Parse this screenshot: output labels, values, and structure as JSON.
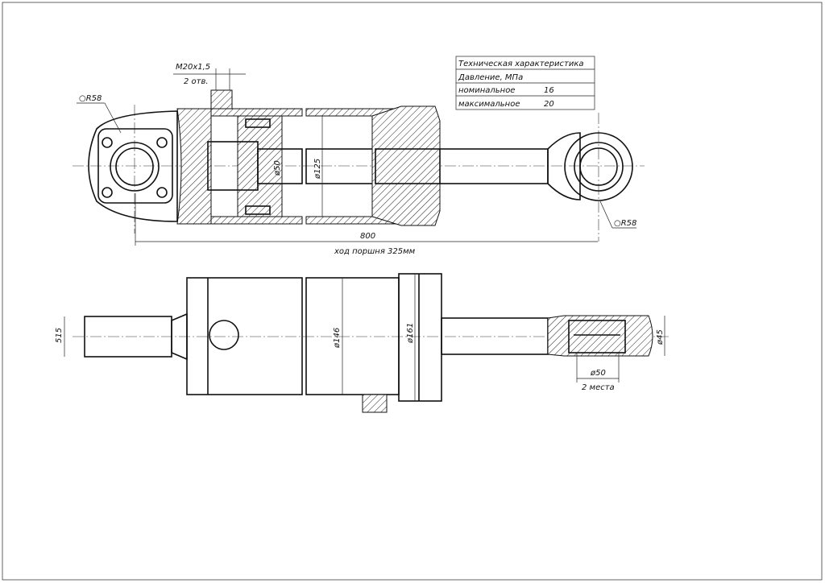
{
  "spec_table": {
    "title": "Техническая характеристика",
    "pressure": "Давление, МПа",
    "nominal_label": "номинальное",
    "nominal_value": "16",
    "max_label": "максимальное",
    "max_value": "20"
  },
  "top_view": {
    "thread_label": "M20x1,5",
    "holes_label": "2 отв.",
    "radius_left": "○R58",
    "radius_right": "○R58",
    "rod_diameter": "ø50",
    "bore_diameter": "ø125",
    "length": "800",
    "stroke_label": "ход поршня 325мм"
  },
  "side_view": {
    "fork_width": "515",
    "tube_diameter": "ø146",
    "gland_diameter": "ø161",
    "eye_width": "ø45",
    "bearing_diameter": "ø50",
    "bearing_count": "2 места"
  }
}
